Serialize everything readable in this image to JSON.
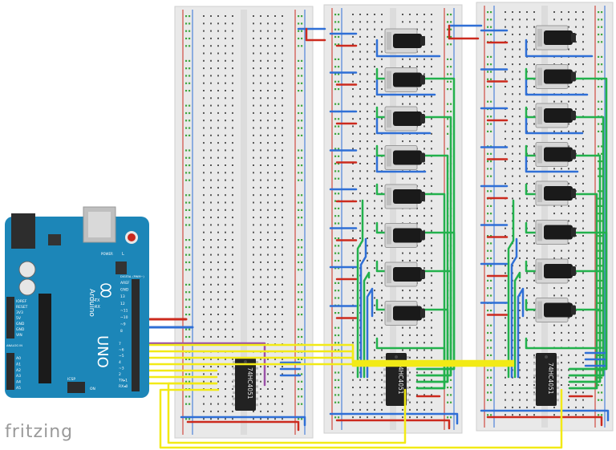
{
  "app": {
    "brand": "fritzing"
  },
  "arduino": {
    "model": "UNO",
    "brand_text": "Arduino",
    "power_pins": [
      "IOREF",
      "RESET",
      "3V3",
      "5V",
      "GND",
      "GND",
      "VIN"
    ],
    "analog_pins": [
      "A0",
      "A1",
      "A2",
      "A3",
      "A4",
      "A5"
    ],
    "digital_pins_top": [
      "AREF",
      "GND",
      "13",
      "12",
      "~11",
      "~10",
      "~9",
      "8"
    ],
    "digital_pins_bottom": [
      "7",
      "~6",
      "~5",
      "4",
      "~3",
      "2",
      "TX▸1",
      "RX◂0"
    ],
    "labels": {
      "tx": "TX",
      "rx": "RX",
      "icsp": "ICSP",
      "on": "ON",
      "l": "L",
      "power": "POWER",
      "analog_in": "ANALOG IN",
      "digital": "DIGITAL (PWM~)"
    }
  },
  "chips": [
    {
      "label": "74HC4051"
    },
    {
      "label": "74HC4051"
    },
    {
      "label": "74HC4051"
    }
  ],
  "breadboards": {
    "count": 3
  },
  "potentiometers": {
    "per_board": 8,
    "boards": 2
  },
  "colors": {
    "red": "#cc2a1e",
    "blue": "#2f6fd6",
    "green": "#22b14c",
    "yellow": "#f2ea16",
    "purple": "#9b51a8",
    "board": "#1c86b8",
    "board_dark": "#156e98"
  }
}
